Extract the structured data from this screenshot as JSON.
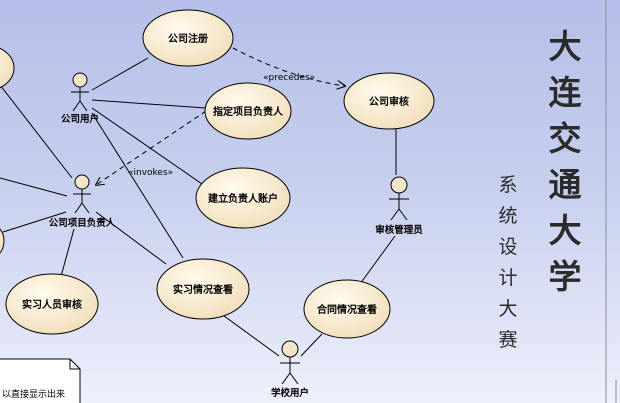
{
  "use_cases": {
    "company_register": "公司注册",
    "assign_leader": "指定项目负责人",
    "company_review": "公司审核",
    "create_leader_account": "建立负责人账户",
    "internship_check": "实习情况查看",
    "contract_check": "合同情况查看",
    "intern_review": "实习人员审核"
  },
  "actors": {
    "company_user": "公司用户",
    "project_leader": "公司项目负责人",
    "review_admin": "审核管理员",
    "school_user": "学校用户"
  },
  "relations": {
    "precedes": "«precedes»",
    "invokes": "«invokes»"
  },
  "title": {
    "main": [
      "大",
      "连",
      "交",
      "通",
      "大",
      "学"
    ],
    "sub": [
      "系",
      "统",
      "设",
      "计",
      "大",
      "赛"
    ]
  },
  "note": {
    "text": "以直接显示出来"
  }
}
